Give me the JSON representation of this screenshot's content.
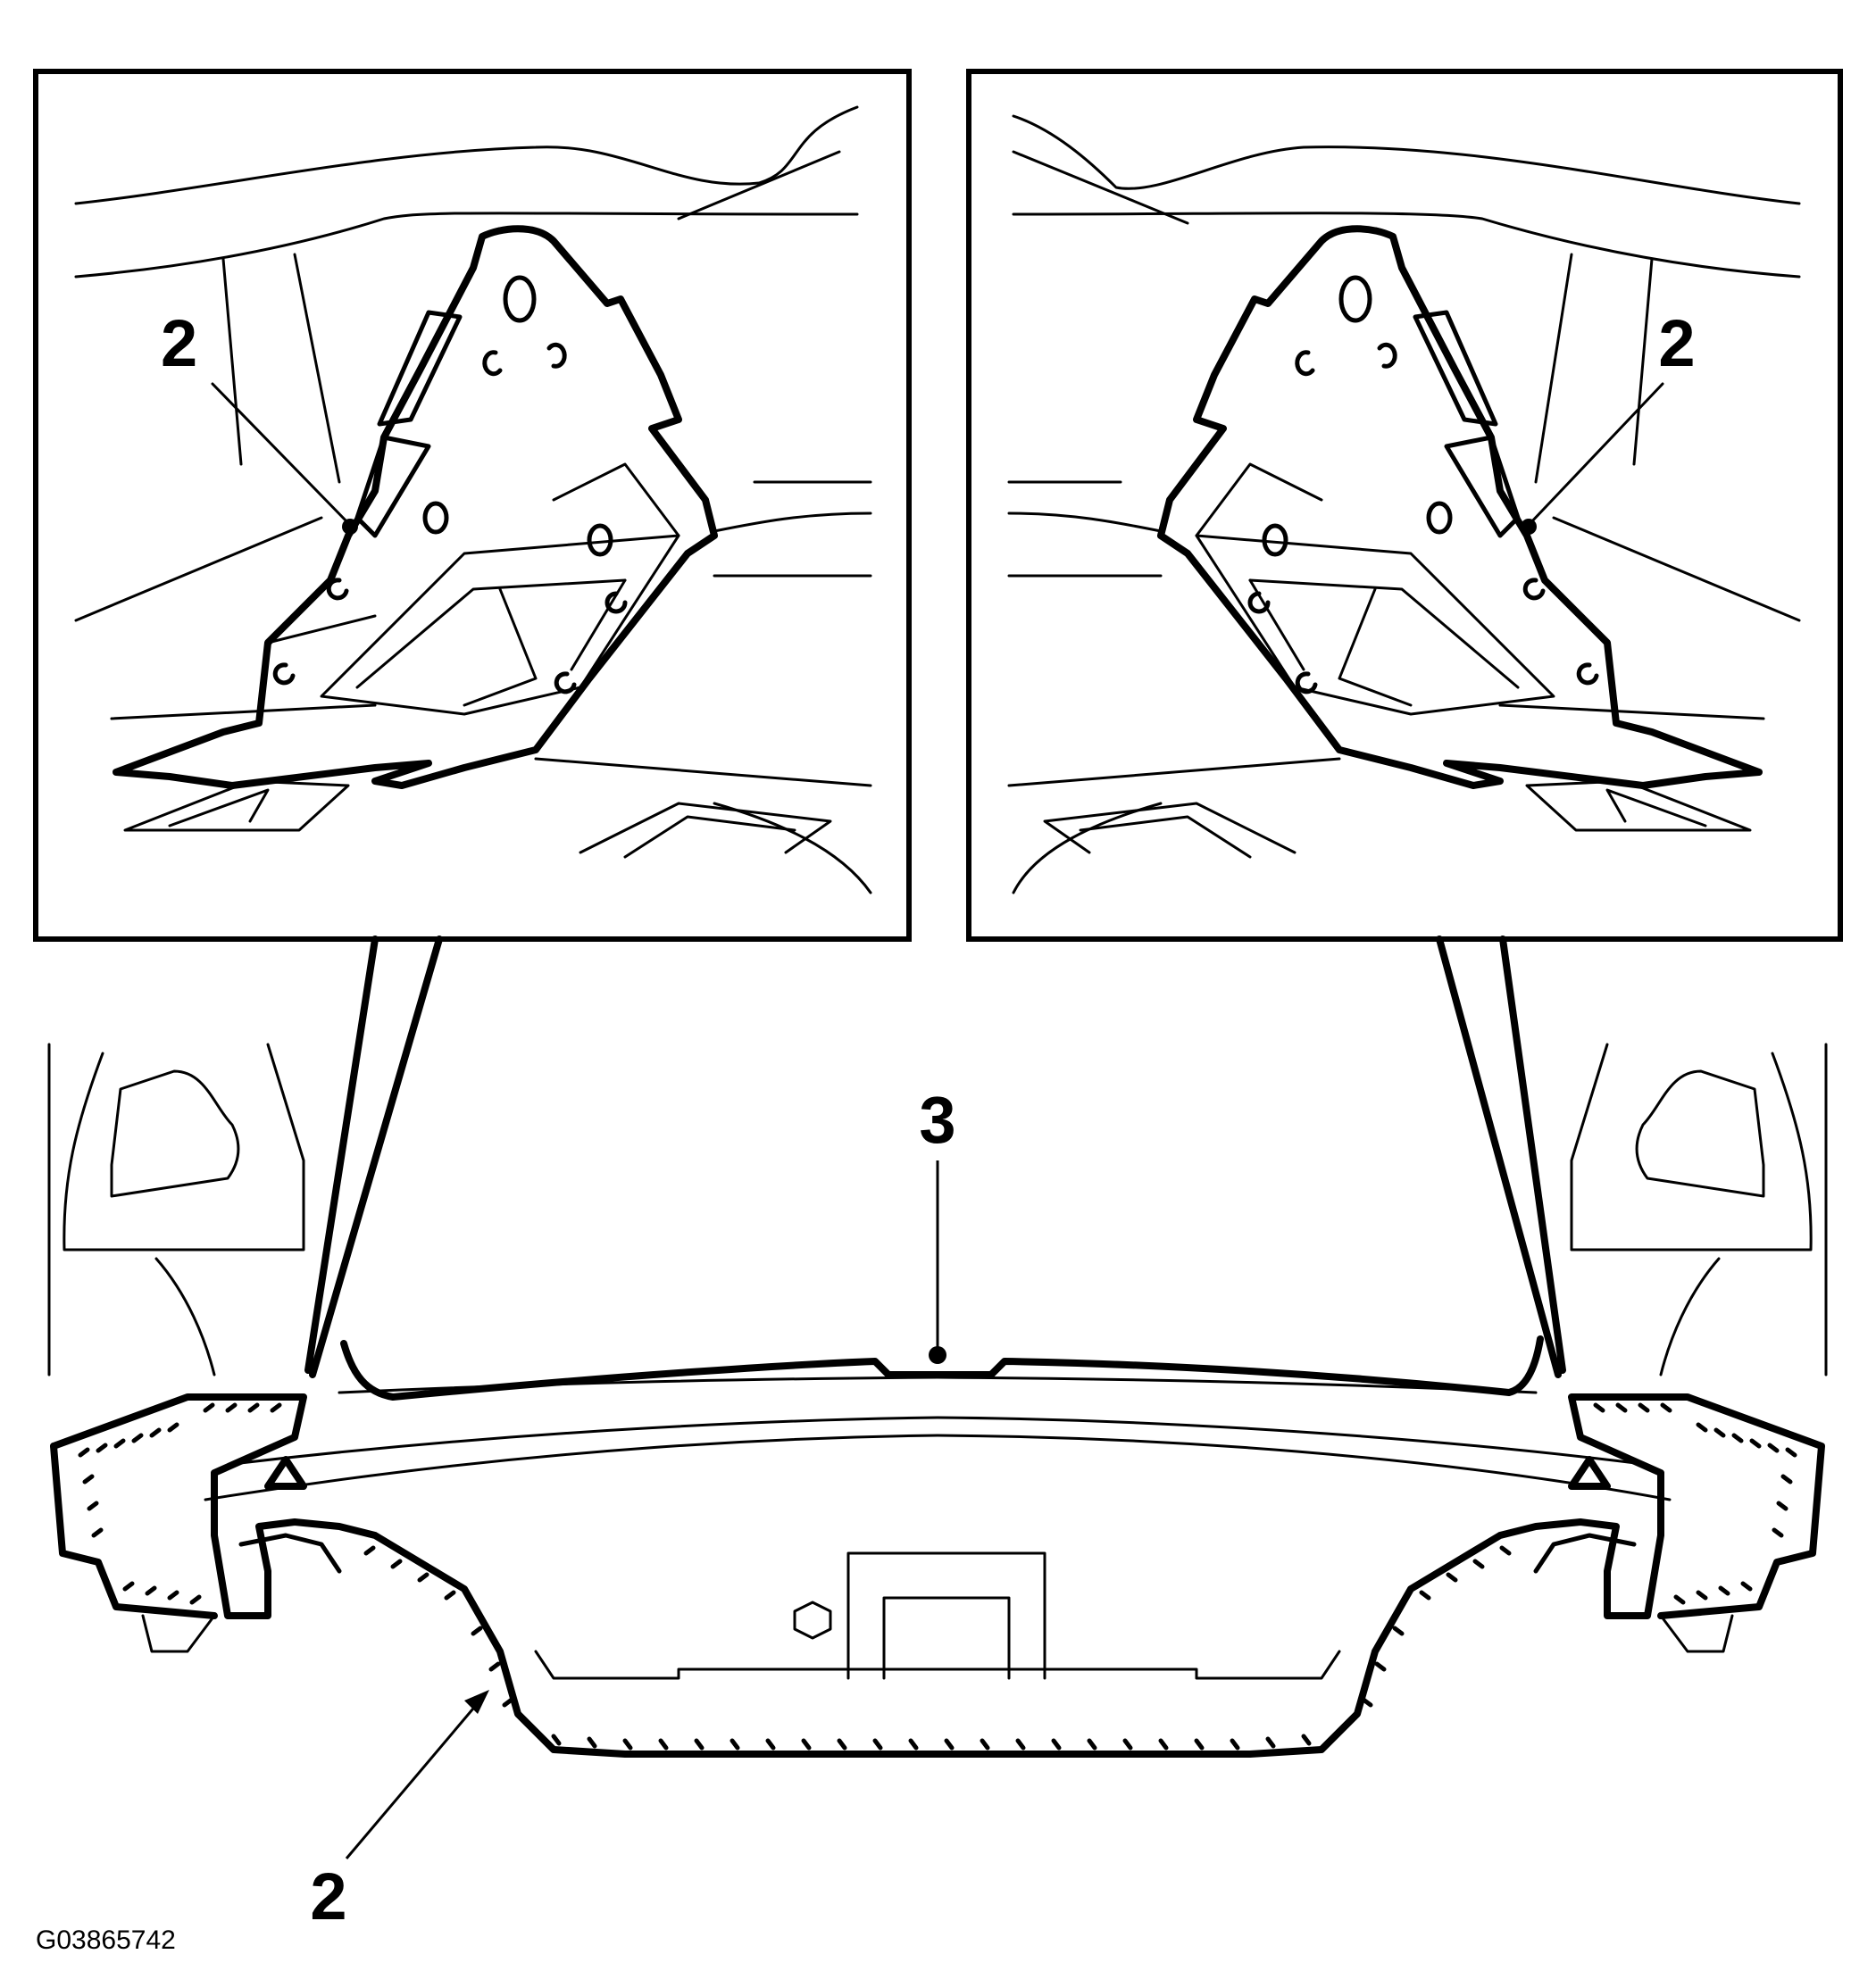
{
  "callouts": {
    "left_inset": "2",
    "right_inset": "2",
    "center_top": "3",
    "bottom_left": "2"
  },
  "figure_id": "G03865742"
}
